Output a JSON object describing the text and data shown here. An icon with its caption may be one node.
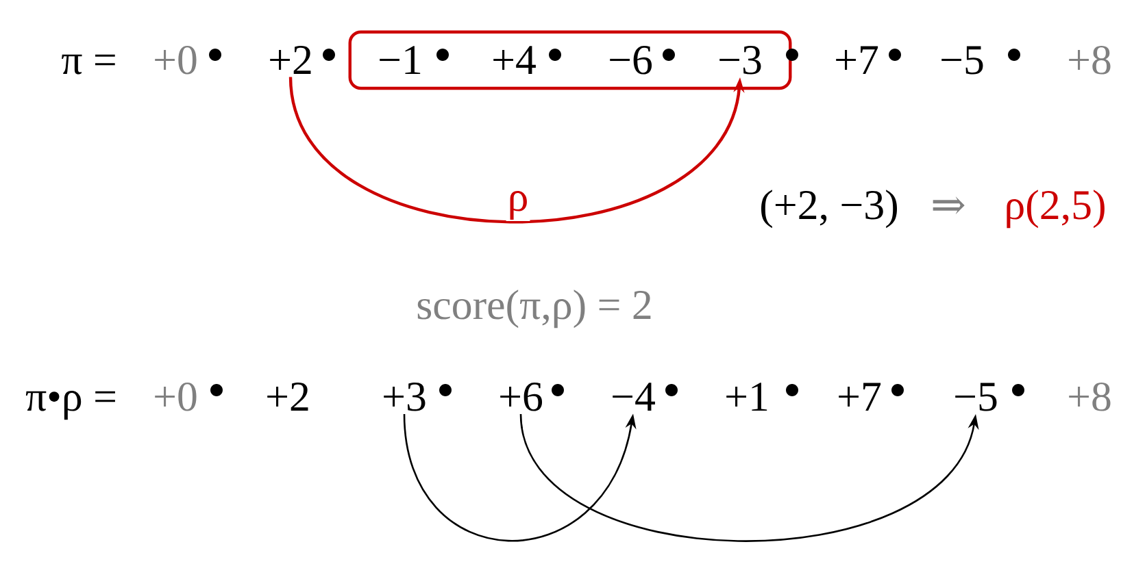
{
  "diagram": {
    "nodes": [
      {
        "text": [
          "+0"
        ]
      },
      {
        "text": [
          "+2"
        ]
      },
      {
        "text": [],
        "shape": "box"
      },
      {
        "text": [
          "−1"
        ],
        "in": 2
      },
      {
        "text": [
          "+4"
        ],
        "in": 2
      },
      {
        "text": [
          "−6"
        ],
        "in": 2
      },
      {
        "text": [
          "−3"
        ],
        "in": 2
      },
      {
        "text": [
          "+7"
        ]
      },
      {
        "text": [
          "−5"
        ]
      },
      {
        "text": [
          "+8"
        ]
      },
      {
        "text": [
          "+0"
        ]
      },
      {
        "text": [
          "+2"
        ]
      },
      {
        "text": [
          "+3"
        ]
      },
      {
        "text": [
          "+6"
        ]
      },
      {
        "text": [
          "−4"
        ]
      },
      {
        "text": [
          "+1"
        ]
      },
      {
        "text": [
          "+7"
        ]
      },
      {
        "text": [
          "−5"
        ]
      },
      {
        "text": [
          "+8"
        ]
      }
    ],
    "edges": [
      {
        "from": 1,
        "to": 6,
        "arrow": "to",
        "label": "ρ",
        "color": "#cc0000"
      },
      {
        "from": 12,
        "to": 14,
        "arrow": "to"
      },
      {
        "from": 13,
        "to": 17,
        "arrow": "to"
      }
    ],
    "labels": [
      "π =",
      "(+2, −3)",
      "⇒",
      "ρ(2,5)",
      "score(π,ρ) = 2",
      "π•ρ ="
    ]
  }
}
